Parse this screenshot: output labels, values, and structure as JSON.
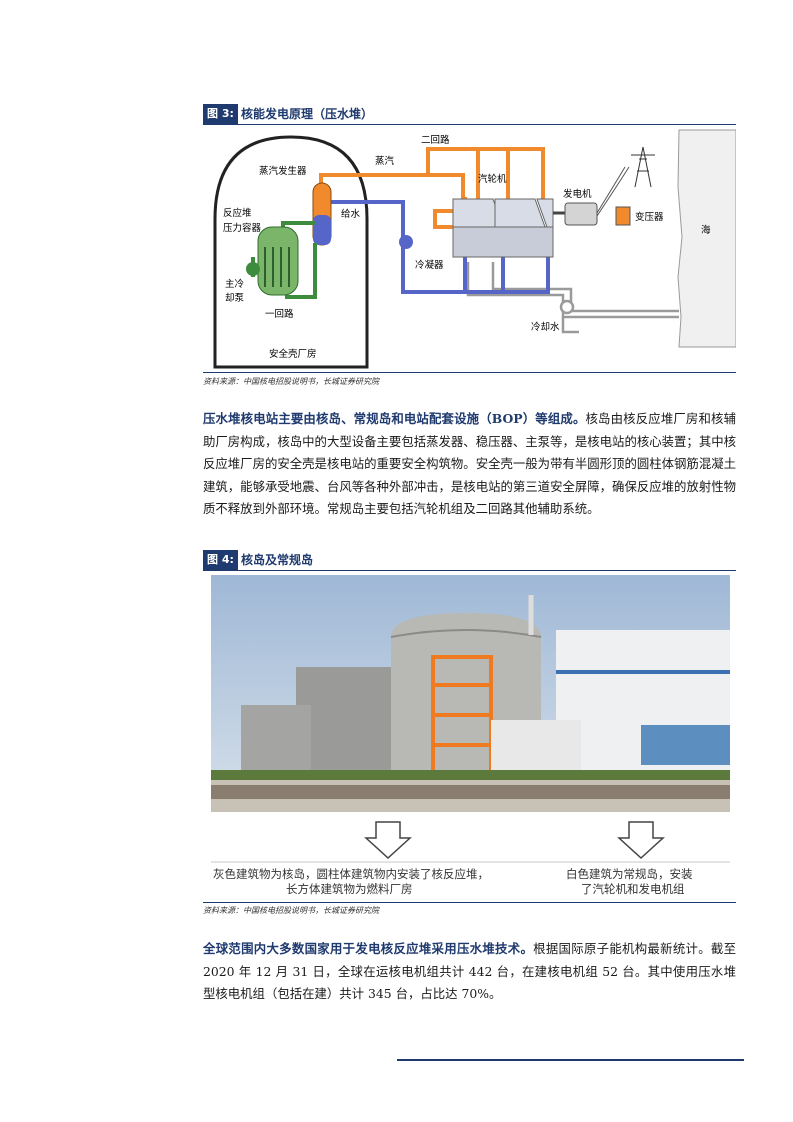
{
  "fig3": {
    "label": "图 3:",
    "title": "核能发电原理（压水堆）",
    "labels": {
      "steam": "蒸汽",
      "secondary_loop": "二回路",
      "steam_generator": "蒸汽发生器",
      "turbine": "汽轮机",
      "generator": "发电机",
      "reactor_vessel_1": "反应堆",
      "reactor_vessel_2": "压力容器",
      "feedwater": "给水",
      "transformer": "变压器",
      "sea": "海",
      "main_pump_1": "主冷",
      "main_pump_2": "却泵",
      "condenser": "冷凝器",
      "primary_loop": "一回路",
      "cooling_water": "冷却水",
      "containment": "安全壳厂房"
    },
    "source": "资料来源：中国核电招股说明书，长城证券研究院"
  },
  "para1": {
    "bold": "压水堆核电站主要由核岛、常规岛和电站配套设施（BOP）等组成。",
    "text": "核岛由核反应堆厂房和核辅助厂房构成，核岛中的大型设备主要包括蒸发器、稳压器、主泵等，是核电站的核心装置；其中核反应堆厂房的安全壳是核电站的重要安全构筑物。安全壳一般为带有半圆形顶的圆柱体钢筋混凝土建筑，能够承受地震、台风等各种外部冲击，是核电站的第三道安全屏障，确保反应堆的放射性物质不释放到外部环境。常规岛主要包括汽轮机组及二回路其他辅助系统。"
  },
  "fig4": {
    "label": "图 4:",
    "title": "核岛及常规岛",
    "caption_left_1": "灰色建筑物为核岛，圆柱体建筑物内安装了核反应堆，",
    "caption_left_2": "长方体建筑物为燃料厂房",
    "caption_right_1": "白色建筑为常规岛，安装",
    "caption_right_2": "了汽轮机和发电机组",
    "source": "资料来源：中国核电招股说明书，长城证券研究院"
  },
  "para2": {
    "bold": "全球范围内大多数国家用于发电核反应堆采用压水堆技术。",
    "text": "根据国际原子能机构最新统计。截至 2020 年 12 月 31 日，全球在运核电机组共计 442 台，在建核电机组 52 台。其中使用压水堆型核电机组（包括在建）共计 345 台，占比达 70%。"
  },
  "colors": {
    "brand_navy": "#1f3a6e",
    "steam_orange": "#f08a2c",
    "water_blue": "#5566c8",
    "primary_green": "#3d8c3d"
  }
}
